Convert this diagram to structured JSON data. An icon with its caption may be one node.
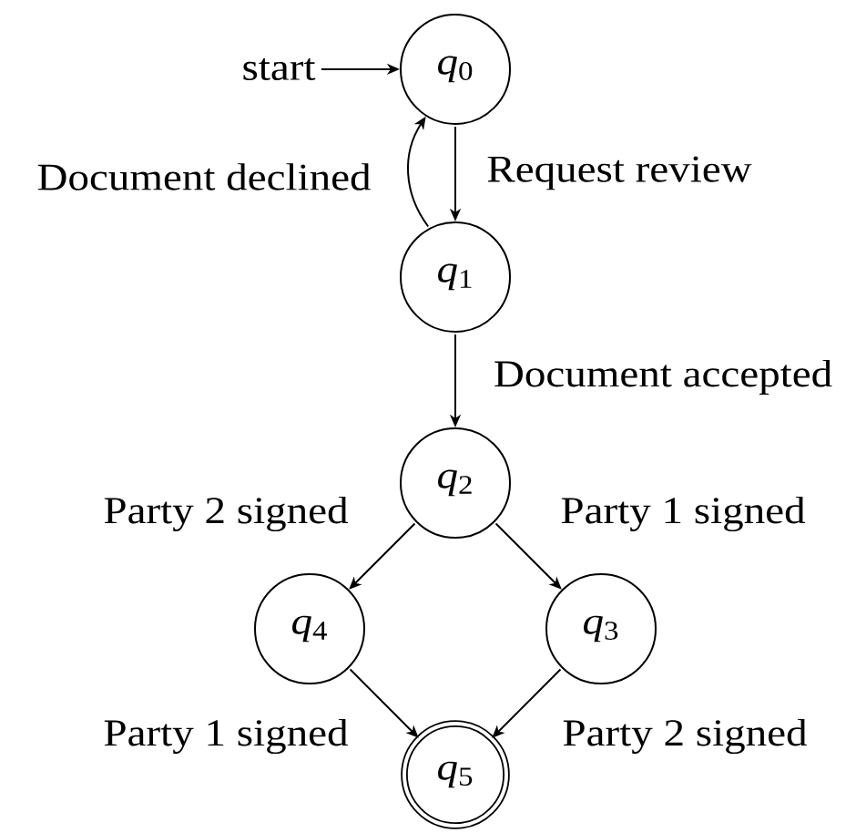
{
  "diagram": {
    "nodes": [
      {
        "text": [
          "start"
        ]
      },
      {
        "text": [
          "*q*$_{0}$"
        ]
      },
      {
        "text": [
          "*q*$_{1}$"
        ]
      },
      {
        "text": [
          "*q*$_{2}$"
        ]
      },
      {
        "text": [
          "*q*$_{4}$"
        ]
      },
      {
        "text": [
          "*q*$_{3}$"
        ]
      },
      {
        "text": [
          "*q*$_{5}$"
        ]
      }
    ],
    "edges": [
      {
        "from": 0,
        "to": 1,
        "arrow": "to"
      },
      {
        "from": 1,
        "to": 2,
        "arrow": "to",
        "label": "Request review"
      },
      {
        "from": 2,
        "to": 1,
        "arrow": "to",
        "label": "Document declined"
      },
      {
        "from": 2,
        "to": 3,
        "arrow": "to",
        "label": "Document accepted"
      },
      {
        "from": 3,
        "to": 4,
        "arrow": "to",
        "label": "Party 2 signed"
      },
      {
        "from": 3,
        "to": 5,
        "arrow": "to",
        "label": "Party 1 signed"
      },
      {
        "from": 4,
        "to": 6,
        "arrow": "to",
        "label": "Party 1 signed"
      },
      {
        "from": 5,
        "to": 6,
        "arrow": "to",
        "label": "Party 2 signed"
      }
    ]
  }
}
